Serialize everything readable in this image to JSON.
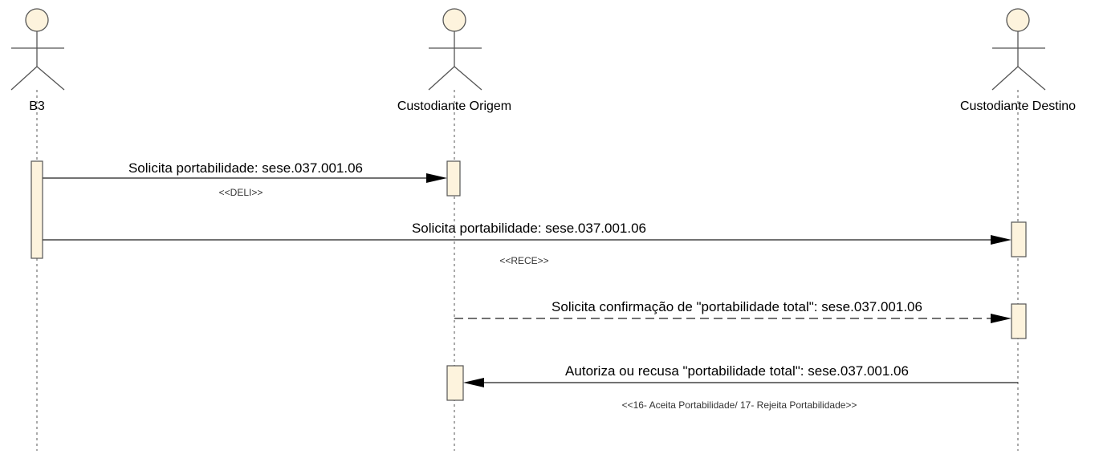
{
  "diagram": {
    "colors": {
      "activation_fill": "#fdf3dd",
      "line": "#555555",
      "arrowhead": "#000000"
    },
    "actors": [
      {
        "id": "b3",
        "name": "B3"
      },
      {
        "id": "origem",
        "name": "Custodiante Origem"
      },
      {
        "id": "destino",
        "name": "Custodiante Destino"
      }
    ],
    "messages": [
      {
        "from": "b3",
        "to": "origem",
        "label": "Solicita portabilidade: sese.037.001.06",
        "stereotype": "<<DELI>>",
        "style": "solid"
      },
      {
        "from": "b3",
        "to": "destino",
        "label": "Solicita portabilidade: sese.037.001.06",
        "stereotype": "<<RECE>>",
        "style": "solid"
      },
      {
        "from": "origem",
        "to": "destino",
        "label": "Solicita confirmação de \"portabilidade total\": sese.037.001.06",
        "stereotype": "",
        "style": "dashed"
      },
      {
        "from": "destino",
        "to": "origem",
        "label": "Autoriza ou recusa \"portabilidade total\": sese.037.001.06",
        "stereotype": "<<16- Aceita Portabilidade/ 17- Rejeita Portabilidade>>",
        "style": "solid"
      }
    ]
  }
}
